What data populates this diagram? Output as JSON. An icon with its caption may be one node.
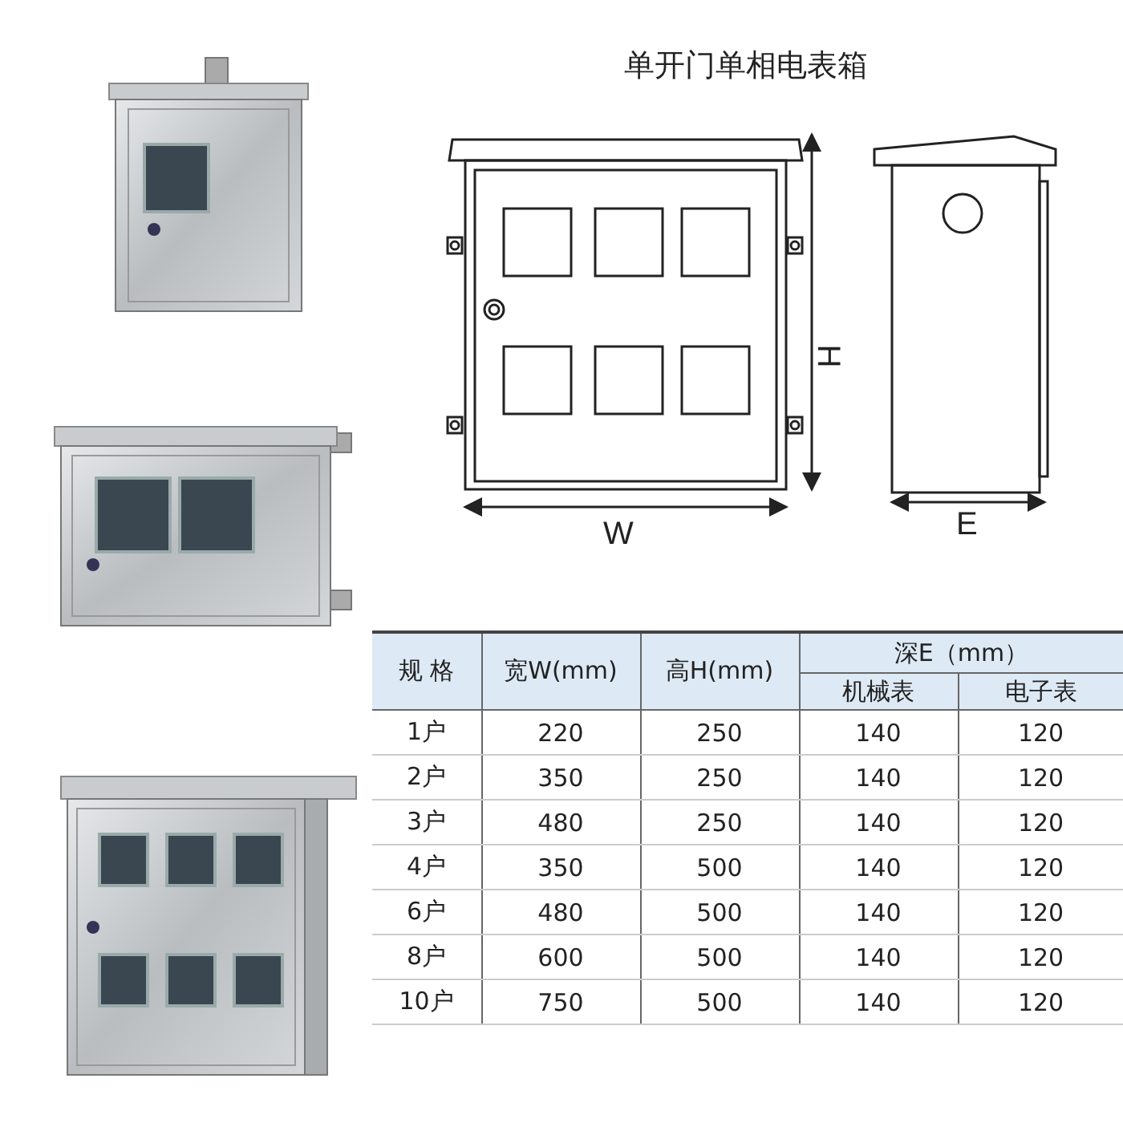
{
  "diagram": {
    "title": "单开门单相电表箱",
    "labels": [
      "H",
      "W",
      "E",
      "规 格",
      "宽W(mm)",
      "高H(mm)",
      "深E（mm）",
      "机械表",
      "电子表",
      "1户",
      "220",
      "250",
      "140",
      "120",
      "2户",
      "350",
      "250",
      "140",
      "120",
      "3户",
      "480",
      "250",
      "140",
      "120",
      "4户",
      "350",
      "500",
      "140",
      "120",
      "6户",
      "480",
      "500",
      "140",
      "120",
      "8户",
      "600",
      "500",
      "140",
      "120",
      "10户",
      "750",
      "500",
      "140",
      "120"
    ]
  }
}
